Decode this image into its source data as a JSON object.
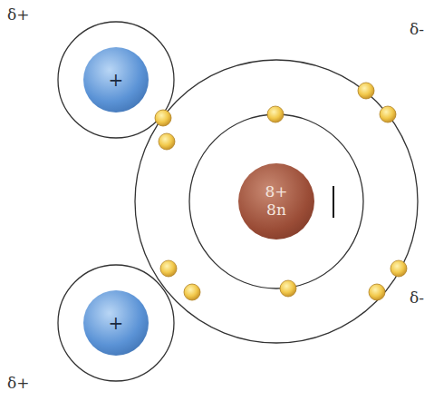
{
  "diagram": {
    "nodes": [
      {
        "text": [
          "+"
        ]
      },
      {
        "text": [
          "8+ 8n"
        ]
      },
      {
        "text": [
          "+"
        ]
      }
    ],
    "labels": [
      "δ+",
      "δ-",
      "δ-",
      "δ+"
    ]
  }
}
